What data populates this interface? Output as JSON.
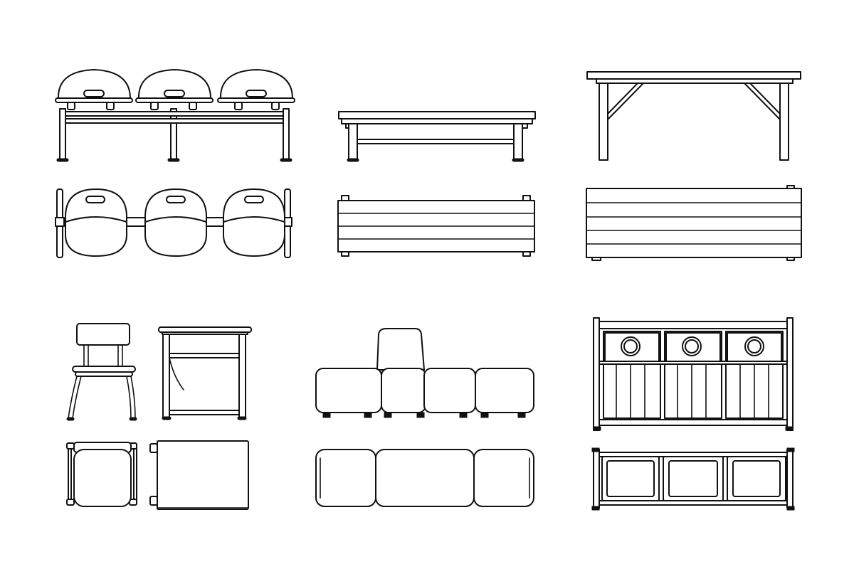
{
  "diagram": {
    "background_color": "#ffffff",
    "line_color": "#111111",
    "style": "black outline line art",
    "items": [
      {
        "id": "three-seat-waiting-chairs",
        "views": [
          "front-view",
          "top-view"
        ]
      },
      {
        "id": "slatted-bench",
        "views": [
          "front-view",
          "top-view"
        ]
      },
      {
        "id": "long-bench-table",
        "views": [
          "front-view",
          "top-view"
        ]
      },
      {
        "id": "school-chair",
        "views": [
          "side-view",
          "top-view"
        ]
      },
      {
        "id": "school-desk",
        "views": [
          "side-view",
          "top-view"
        ]
      },
      {
        "id": "modular-sofa",
        "views": [
          "front-view",
          "top-view"
        ]
      },
      {
        "id": "triple-waste-bin",
        "views": [
          "front-view",
          "top-view"
        ]
      }
    ]
  }
}
